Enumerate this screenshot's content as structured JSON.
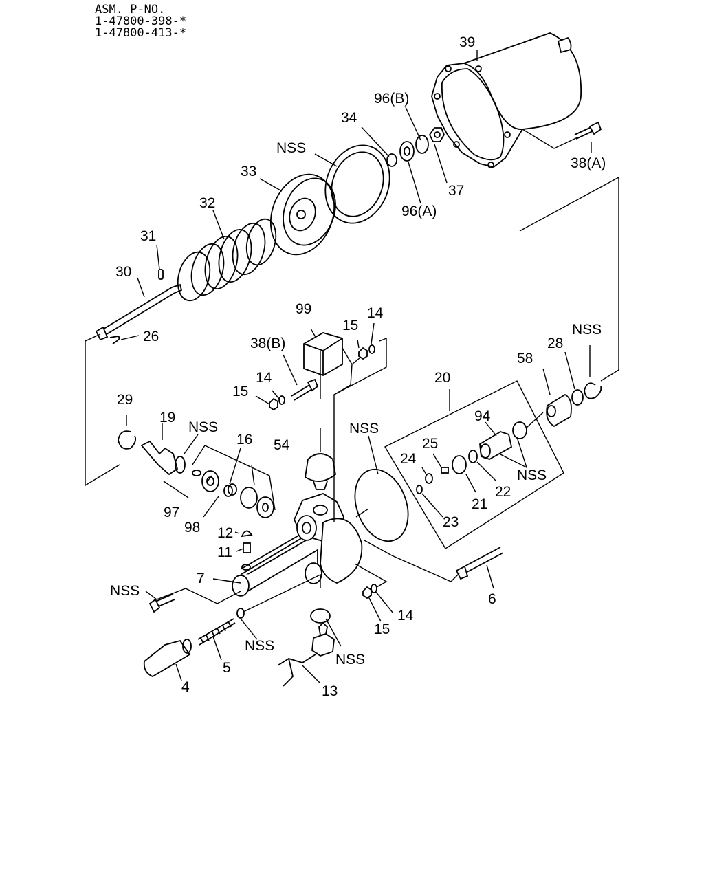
{
  "header": {
    "line1": "ASM. P-NO.",
    "line2": "1-47800-398-*",
    "line3": "1-47800-413-*"
  },
  "labels": {
    "l39": "39",
    "l96b": "96(B)",
    "l34": "34",
    "nss_top": "NSS",
    "l33": "33",
    "l32": "32",
    "l31": "31",
    "l30": "30",
    "l26": "26",
    "l37": "37",
    "l96a": "96(A)",
    "l38a": "38(A)",
    "l99": "99",
    "l15a": "15",
    "l14a": "14",
    "l38b": "38(B)",
    "l14b": "14",
    "l15b": "15",
    "l29": "29",
    "l19": "19",
    "nss_19": "NSS",
    "l16": "16",
    "l54": "54",
    "nss_oring": "NSS",
    "l20": "20",
    "l58": "58",
    "l28": "28",
    "nss_ring": "NSS",
    "l94": "94",
    "l25": "25",
    "l24": "24",
    "nss_21": "NSS",
    "l21": "21",
    "l22": "22",
    "l23": "23",
    "l97": "97",
    "l98": "98",
    "l12": "12",
    "l11": "11",
    "l7": "7",
    "nss_bolt": "NSS",
    "l6": "6",
    "l15c": "15",
    "l14c": "14",
    "nss_washer": "NSS",
    "nss_sensor": "NSS",
    "l5": "5",
    "l4": "4",
    "l13": "13"
  }
}
